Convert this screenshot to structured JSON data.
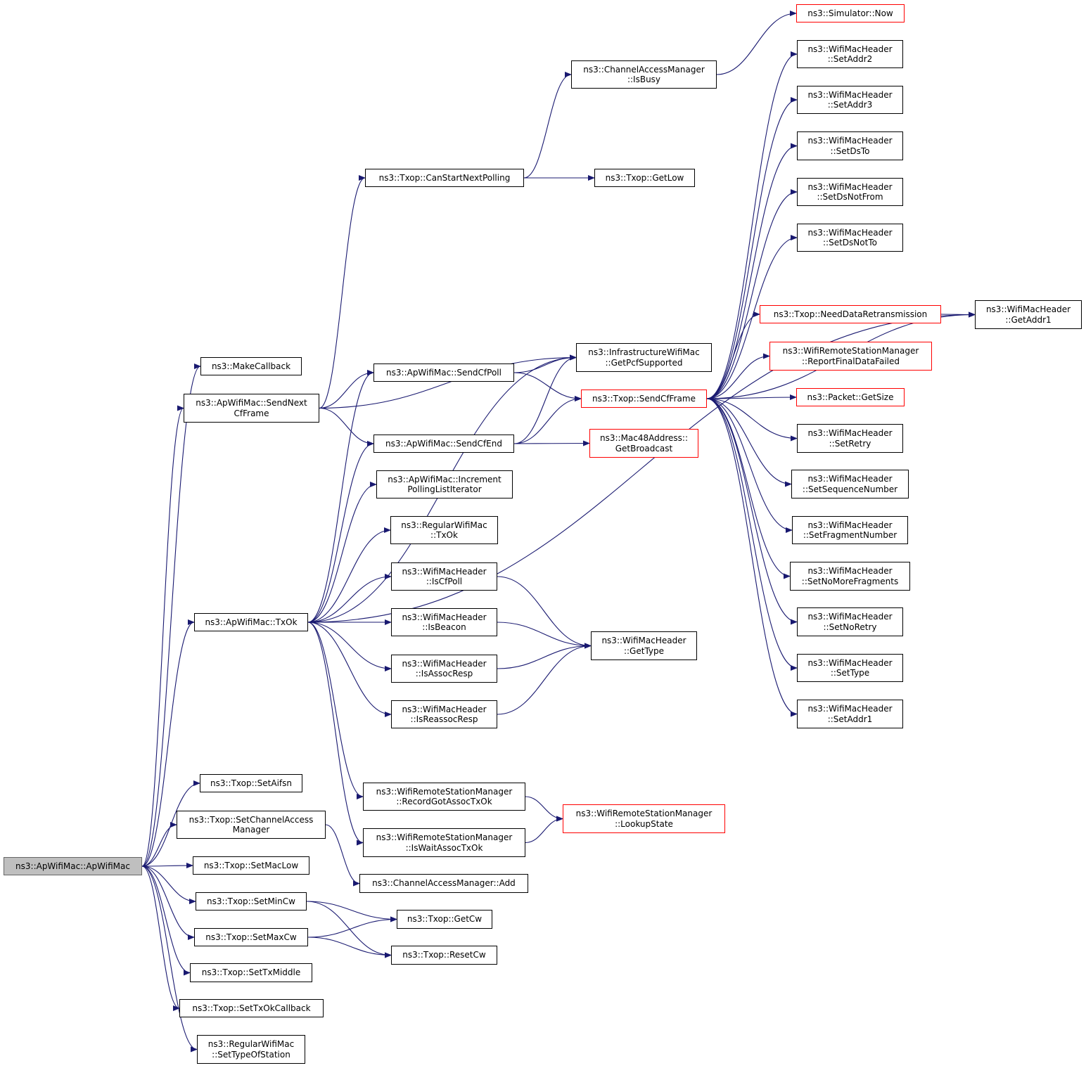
{
  "colors": {
    "edge": "#191970",
    "node_border": "#000000",
    "node_border_truncated": "#ff0000",
    "root_fill": "#bfbfbf"
  },
  "nodes": {
    "ApWifiMac_ctor": {
      "lines": [
        "ns3::ApWifiMac::ApWifiMac"
      ],
      "style": "root"
    },
    "MakeCallback": {
      "lines": [
        "ns3::MakeCallback"
      ]
    },
    "SendNextCfFrame": {
      "lines": [
        "ns3::ApWifiMac::SendNext",
        "CfFrame"
      ]
    },
    "TxOk": {
      "lines": [
        "ns3::ApWifiMac::TxOk"
      ]
    },
    "SetAifsn": {
      "lines": [
        "ns3::Txop::SetAifsn"
      ]
    },
    "SetChannelAccessManager": {
      "lines": [
        "ns3::Txop::SetChannelAccess",
        "Manager"
      ]
    },
    "SetMacLow": {
      "lines": [
        "ns3::Txop::SetMacLow"
      ]
    },
    "SetMinCw": {
      "lines": [
        "ns3::Txop::SetMinCw"
      ]
    },
    "SetMaxCw": {
      "lines": [
        "ns3::Txop::SetMaxCw"
      ]
    },
    "SetTxMiddle": {
      "lines": [
        "ns3::Txop::SetTxMiddle"
      ]
    },
    "SetTxOkCallback": {
      "lines": [
        "ns3::Txop::SetTxOkCallback"
      ]
    },
    "SetTypeOfStation": {
      "lines": [
        "ns3::RegularWifiMac",
        "::SetTypeOfStation"
      ]
    },
    "CanStartNextPolling": {
      "lines": [
        "ns3::Txop::CanStartNextPolling"
      ]
    },
    "SendCfPoll": {
      "lines": [
        "ns3::ApWifiMac::SendCfPoll"
      ]
    },
    "SendCfEnd": {
      "lines": [
        "ns3::ApWifiMac::SendCfEnd"
      ]
    },
    "IncrementPollingListIterator": {
      "lines": [
        "ns3::ApWifiMac::Increment",
        "PollingListIterator"
      ]
    },
    "RegularTxOk": {
      "lines": [
        "ns3::RegularWifiMac",
        "::TxOk"
      ]
    },
    "IsCfPoll": {
      "lines": [
        "ns3::WifiMacHeader",
        "::IsCfPoll"
      ]
    },
    "IsBeacon": {
      "lines": [
        "ns3::WifiMacHeader",
        "::IsBeacon"
      ]
    },
    "IsAssocResp": {
      "lines": [
        "ns3::WifiMacHeader",
        "::IsAssocResp"
      ]
    },
    "IsReassocResp": {
      "lines": [
        "ns3::WifiMacHeader",
        "::IsReassocResp"
      ]
    },
    "RecordGotAssocTxOk": {
      "lines": [
        "ns3::WifiRemoteStationManager",
        "::RecordGotAssocTxOk"
      ]
    },
    "IsWaitAssocTxOk": {
      "lines": [
        "ns3::WifiRemoteStationManager",
        "::IsWaitAssocTxOk"
      ]
    },
    "ChannelAccessManagerAdd": {
      "lines": [
        "ns3::ChannelAccessManager::Add"
      ]
    },
    "GetCw": {
      "lines": [
        "ns3::Txop::GetCw"
      ]
    },
    "ResetCw": {
      "lines": [
        "ns3::Txop::ResetCw"
      ]
    },
    "IsBusy": {
      "lines": [
        "ns3::ChannelAccessManager",
        "::IsBusy"
      ]
    },
    "GetLow": {
      "lines": [
        "ns3::Txop::GetLow"
      ]
    },
    "GetPcfSupported": {
      "lines": [
        "ns3::InfrastructureWifiMac",
        "::GetPcfSupported"
      ]
    },
    "SendCfFrame": {
      "lines": [
        "ns3::Txop::SendCfFrame"
      ],
      "style": "red"
    },
    "GetBroadcast": {
      "lines": [
        "ns3::Mac48Address::",
        "GetBroadcast"
      ],
      "style": "red"
    },
    "GetType": {
      "lines": [
        "ns3::WifiMacHeader",
        "::GetType"
      ]
    },
    "LookupState": {
      "lines": [
        "ns3::WifiRemoteStationManager",
        "::LookupState"
      ],
      "style": "red"
    },
    "SimulatorNow": {
      "lines": [
        "ns3::Simulator::Now"
      ],
      "style": "red"
    },
    "SetAddr2": {
      "lines": [
        "ns3::WifiMacHeader",
        "::SetAddr2"
      ]
    },
    "SetAddr3": {
      "lines": [
        "ns3::WifiMacHeader",
        "::SetAddr3"
      ]
    },
    "SetDsTo": {
      "lines": [
        "ns3::WifiMacHeader",
        "::SetDsTo"
      ]
    },
    "SetDsNotFrom": {
      "lines": [
        "ns3::WifiMacHeader",
        "::SetDsNotFrom"
      ]
    },
    "SetDsNotTo": {
      "lines": [
        "ns3::WifiMacHeader",
        "::SetDsNotTo"
      ]
    },
    "NeedDataRetransmission": {
      "lines": [
        "ns3::Txop::NeedDataRetransmission"
      ],
      "style": "red"
    },
    "ReportFinalDataFailed": {
      "lines": [
        "ns3::WifiRemoteStationManager",
        "::ReportFinalDataFailed"
      ],
      "style": "red"
    },
    "PacketGetSize": {
      "lines": [
        "ns3::Packet::GetSize"
      ],
      "style": "red"
    },
    "SetRetry": {
      "lines": [
        "ns3::WifiMacHeader",
        "::SetRetry"
      ]
    },
    "SetSequenceNumber": {
      "lines": [
        "ns3::WifiMacHeader",
        "::SetSequenceNumber"
      ]
    },
    "SetFragmentNumber": {
      "lines": [
        "ns3::WifiMacHeader",
        "::SetFragmentNumber"
      ]
    },
    "SetNoMoreFragments": {
      "lines": [
        "ns3::WifiMacHeader",
        "::SetNoMoreFragments"
      ]
    },
    "SetNoRetry": {
      "lines": [
        "ns3::WifiMacHeader",
        "::SetNoRetry"
      ]
    },
    "SetType": {
      "lines": [
        "ns3::WifiMacHeader",
        "::SetType"
      ]
    },
    "SetAddr1": {
      "lines": [
        "ns3::WifiMacHeader",
        "::SetAddr1"
      ]
    },
    "GetAddr1": {
      "lines": [
        "ns3::WifiMacHeader",
        "::GetAddr1"
      ]
    }
  },
  "edges": [
    [
      "ApWifiMac_ctor",
      "MakeCallback"
    ],
    [
      "ApWifiMac_ctor",
      "SendNextCfFrame"
    ],
    [
      "ApWifiMac_ctor",
      "TxOk"
    ],
    [
      "ApWifiMac_ctor",
      "SetAifsn"
    ],
    [
      "ApWifiMac_ctor",
      "SetChannelAccessManager"
    ],
    [
      "ApWifiMac_ctor",
      "SetMacLow"
    ],
    [
      "ApWifiMac_ctor",
      "SetMinCw"
    ],
    [
      "ApWifiMac_ctor",
      "SetMaxCw"
    ],
    [
      "ApWifiMac_ctor",
      "SetTxMiddle"
    ],
    [
      "ApWifiMac_ctor",
      "SetTxOkCallback"
    ],
    [
      "ApWifiMac_ctor",
      "SetTypeOfStation"
    ],
    [
      "SendNextCfFrame",
      "CanStartNextPolling"
    ],
    [
      "SendNextCfFrame",
      "GetPcfSupported"
    ],
    [
      "SendNextCfFrame",
      "SendCfPoll"
    ],
    [
      "SendNextCfFrame",
      "SendCfEnd"
    ],
    [
      "CanStartNextPolling",
      "IsBusy"
    ],
    [
      "CanStartNextPolling",
      "GetLow"
    ],
    [
      "IsBusy",
      "SimulatorNow"
    ],
    [
      "SendCfPoll",
      "GetPcfSupported"
    ],
    [
      "SendCfPoll",
      "SendCfFrame"
    ],
    [
      "SendCfEnd",
      "GetPcfSupported"
    ],
    [
      "SendCfEnd",
      "SendCfFrame"
    ],
    [
      "SendCfEnd",
      "GetBroadcast"
    ],
    [
      "TxOk",
      "SendCfPoll"
    ],
    [
      "TxOk",
      "GetPcfSupported"
    ],
    [
      "TxOk",
      "SendCfEnd"
    ],
    [
      "TxOk",
      "IncrementPollingListIterator"
    ],
    [
      "TxOk",
      "RegularTxOk"
    ],
    [
      "TxOk",
      "IsCfPoll"
    ],
    [
      "TxOk",
      "IsBeacon"
    ],
    [
      "TxOk",
      "IsAssocResp"
    ],
    [
      "TxOk",
      "IsReassocResp"
    ],
    [
      "TxOk",
      "GetAddr1"
    ],
    [
      "TxOk",
      "RecordGotAssocTxOk"
    ],
    [
      "TxOk",
      "IsWaitAssocTxOk"
    ],
    [
      "IsCfPoll",
      "GetType"
    ],
    [
      "IsBeacon",
      "GetType"
    ],
    [
      "IsAssocResp",
      "GetType"
    ],
    [
      "IsReassocResp",
      "GetType"
    ],
    [
      "RecordGotAssocTxOk",
      "LookupState"
    ],
    [
      "IsWaitAssocTxOk",
      "LookupState"
    ],
    [
      "SetChannelAccessManager",
      "ChannelAccessManagerAdd"
    ],
    [
      "SetMinCw",
      "GetCw"
    ],
    [
      "SetMinCw",
      "ResetCw"
    ],
    [
      "SetMaxCw",
      "GetCw"
    ],
    [
      "SetMaxCw",
      "ResetCw"
    ],
    [
      "SendCfFrame",
      "SetAddr2"
    ],
    [
      "SendCfFrame",
      "SetAddr3"
    ],
    [
      "SendCfFrame",
      "SetDsTo"
    ],
    [
      "SendCfFrame",
      "SetDsNotFrom"
    ],
    [
      "SendCfFrame",
      "SetDsNotTo"
    ],
    [
      "SendCfFrame",
      "GetAddr1"
    ],
    [
      "SendCfFrame",
      "NeedDataRetransmission"
    ],
    [
      "SendCfFrame",
      "ReportFinalDataFailed"
    ],
    [
      "SendCfFrame",
      "PacketGetSize"
    ],
    [
      "SendCfFrame",
      "SetRetry"
    ],
    [
      "SendCfFrame",
      "SetSequenceNumber"
    ],
    [
      "SendCfFrame",
      "SetFragmentNumber"
    ],
    [
      "SendCfFrame",
      "SetNoMoreFragments"
    ],
    [
      "SendCfFrame",
      "SetNoRetry"
    ],
    [
      "SendCfFrame",
      "SetType"
    ],
    [
      "SendCfFrame",
      "SetAddr1"
    ],
    [
      "NeedDataRetransmission",
      "GetAddr1"
    ]
  ]
}
